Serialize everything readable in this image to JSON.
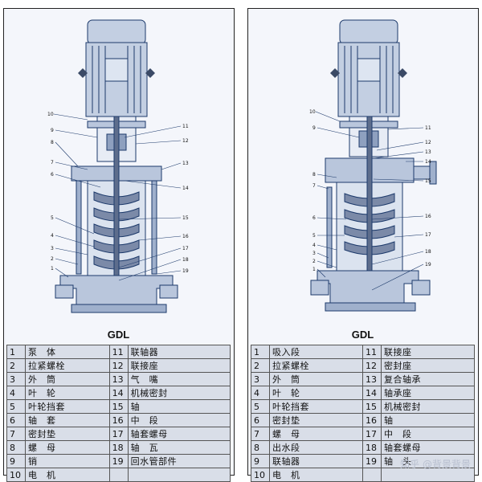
{
  "left": {
    "model": "GDL",
    "callouts_left": [
      "10",
      "9",
      "8",
      "7",
      "6",
      "5",
      "4",
      "3",
      "2",
      "1"
    ],
    "callouts_right": [
      "11",
      "12",
      "13",
      "14",
      "15",
      "16",
      "17",
      "18",
      "19"
    ],
    "legend": [
      [
        "1",
        "泵　体",
        "11",
        "联轴器"
      ],
      [
        "2",
        "拉紧螺栓",
        "12",
        "联接座"
      ],
      [
        "3",
        "外　筒",
        "13",
        "气　嘴"
      ],
      [
        "4",
        "叶　轮",
        "14",
        "机械密封"
      ],
      [
        "5",
        "叶轮挡套",
        "15",
        "轴"
      ],
      [
        "6",
        "轴　套",
        "16",
        "中　段"
      ],
      [
        "7",
        "密封垫",
        "17",
        "轴套螺母"
      ],
      [
        "8",
        "螺　母",
        "18",
        "轴　瓦"
      ],
      [
        "9",
        "销",
        "19",
        "回水管部件"
      ],
      [
        "10",
        "电　机",
        "",
        ""
      ]
    ]
  },
  "right": {
    "model": "GDL",
    "callouts_left": [
      "10",
      "9",
      "8",
      "7",
      "6",
      "5",
      "4",
      "3",
      "2",
      "1"
    ],
    "callouts_right": [
      "11",
      "12",
      "13",
      "14",
      "15",
      "16",
      "17",
      "18",
      "19"
    ],
    "legend": [
      [
        "1",
        "吸入段",
        "11",
        "联接座"
      ],
      [
        "2",
        "拉紧螺栓",
        "12",
        "密封座"
      ],
      [
        "3",
        "外　筒",
        "13",
        "复合轴承"
      ],
      [
        "4",
        "叶　轮",
        "14",
        "轴承座"
      ],
      [
        "5",
        "叶轮挡套",
        "15",
        "机械密封"
      ],
      [
        "6",
        "密封垫",
        "16",
        "轴"
      ],
      [
        "7",
        "螺　母",
        "17",
        "中　段"
      ],
      [
        "8",
        "出水段",
        "18",
        "轴套螺母"
      ],
      [
        "9",
        "联轴器",
        "19",
        "轴　头"
      ],
      [
        "10",
        "电　机",
        "",
        ""
      ]
    ]
  },
  "watermark": "知乎 @背景背景",
  "colors": {
    "motor": "#c3cfe2",
    "casing": "#b9c6dc",
    "line": "#1d3a6b",
    "impeller": "#7b8aa8"
  }
}
